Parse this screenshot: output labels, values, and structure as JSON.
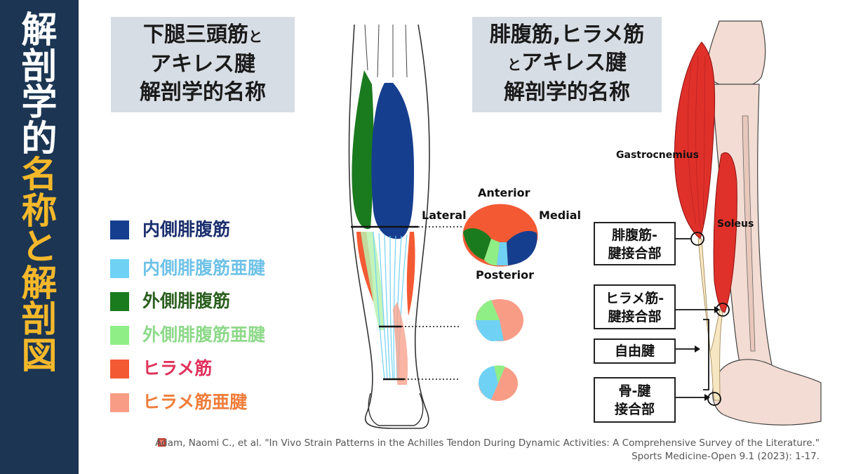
{
  "sidebar": {
    "title_white": [
      "解",
      "剖",
      "学",
      "的"
    ],
    "title_gold": [
      "名",
      "称",
      "と",
      "解",
      "剖",
      "図"
    ],
    "bg": "#1b3553",
    "gold": "#f4b82a"
  },
  "box_left": {
    "lines": [
      "下腿三頭筋",
      "アキレス腱",
      "解剖学的名称"
    ],
    "suffix": "と"
  },
  "box_right": {
    "lines": [
      "腓腹筋,ヒラメ筋",
      "アキレス腱",
      "解剖学的名称"
    ],
    "prefix": "と"
  },
  "legend": [
    {
      "label": "内側腓腹筋",
      "color": "#163e8e",
      "text_color": "#1b2f6e"
    },
    {
      "label": "内側腓腹筋亜腱",
      "color": "#6fd2f5",
      "text_color": "#6fc2e8"
    },
    {
      "label": "外側腓腹筋",
      "color": "#1a7a1e",
      "text_color": "#2b5f1f"
    },
    {
      "label": "外側腓腹筋亜腱",
      "color": "#8fef86",
      "text_color": "#8ed98a"
    },
    {
      "label": "ヒラメ筋",
      "color": "#f35a34",
      "text_color": "#e0315a"
    },
    {
      "label": "ヒラメ筋亜腱",
      "color": "#f89c86",
      "text_color": "#ef7d3a"
    }
  ],
  "cross_section_labels": {
    "anterior": "Anterior",
    "posterior": "Posterior",
    "lateral": "Lateral",
    "medial": "Medial"
  },
  "muscle_labels": {
    "gastrocnemius": "Gastrocnemius",
    "soleus": "Soleus"
  },
  "callouts": [
    {
      "lines": [
        "腓腹筋-",
        "腱接合部"
      ]
    },
    {
      "lines": [
        "ヒラメ筋-",
        "腱接合部"
      ]
    },
    {
      "lines": [
        "自由腱"
      ]
    },
    {
      "lines": [
        "骨-腱",
        "接合部"
      ]
    }
  ],
  "citation": {
    "line1": "Adam, Naomi C., et al. \"In Vivo Strain Patterns in the Achilles Tendon During Dynamic Activities: A Comprehensive Survey of the Literature.\"",
    "line2": "Sports Medicine-Open 9.1 (2023): 1-17."
  }
}
